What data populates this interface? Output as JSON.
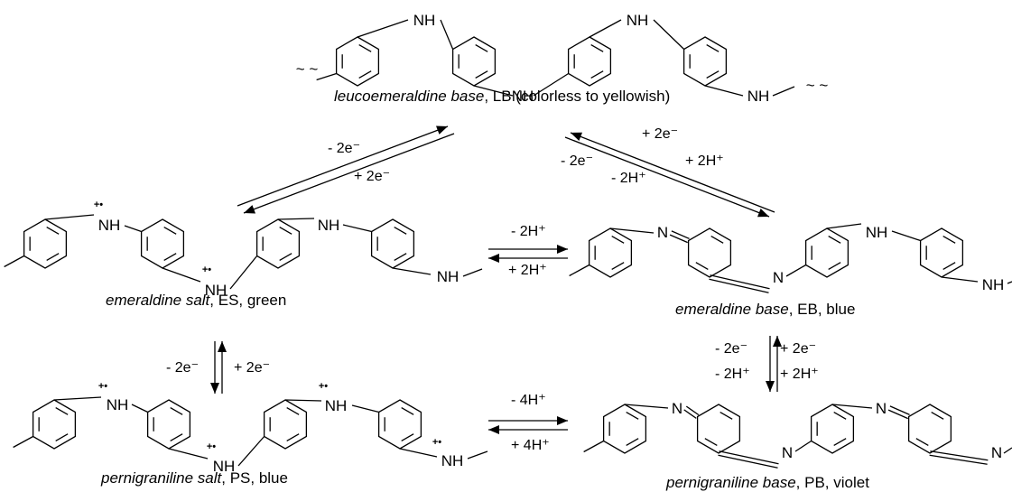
{
  "species": {
    "lb": {
      "name": "leucoemeraldine base",
      "rest": ", LB (colorless to yellowish)"
    },
    "es": {
      "name": "emeraldine salt",
      "rest": ", ES, green"
    },
    "eb": {
      "name": "emeraldine base",
      "rest": ", EB, blue"
    },
    "ps": {
      "name": "pernigraniline salt",
      "rest": ", PS, blue"
    },
    "pb": {
      "name": "pernigraniline base",
      "rest": ", PB, violet"
    }
  },
  "atoms": {
    "nh": "NH",
    "n": "N",
    "radical": "+•",
    "wavy": "~ ~"
  },
  "reactions": {
    "lb_es_top": "- 2e⁻",
    "lb_es_bottom": "+ 2e⁻",
    "lb_eb_a": "+ 2e⁻",
    "lb_eb_b": "+ 2H⁺",
    "lb_eb_c": "- 2e⁻",
    "lb_eb_d": "- 2H⁺",
    "es_eb_top": "- 2H⁺",
    "es_eb_bottom": "+ 2H⁺",
    "es_ps_left": "- 2e⁻",
    "es_ps_right": "+ 2e⁻",
    "eb_pb_l1": "- 2e⁻",
    "eb_pb_l2": "- 2H⁺",
    "eb_pb_r1": "+ 2e⁻",
    "eb_pb_r2": "+ 2H⁺",
    "ps_pb_top": "- 4H⁺",
    "ps_pb_bottom": "+ 4H⁺"
  }
}
